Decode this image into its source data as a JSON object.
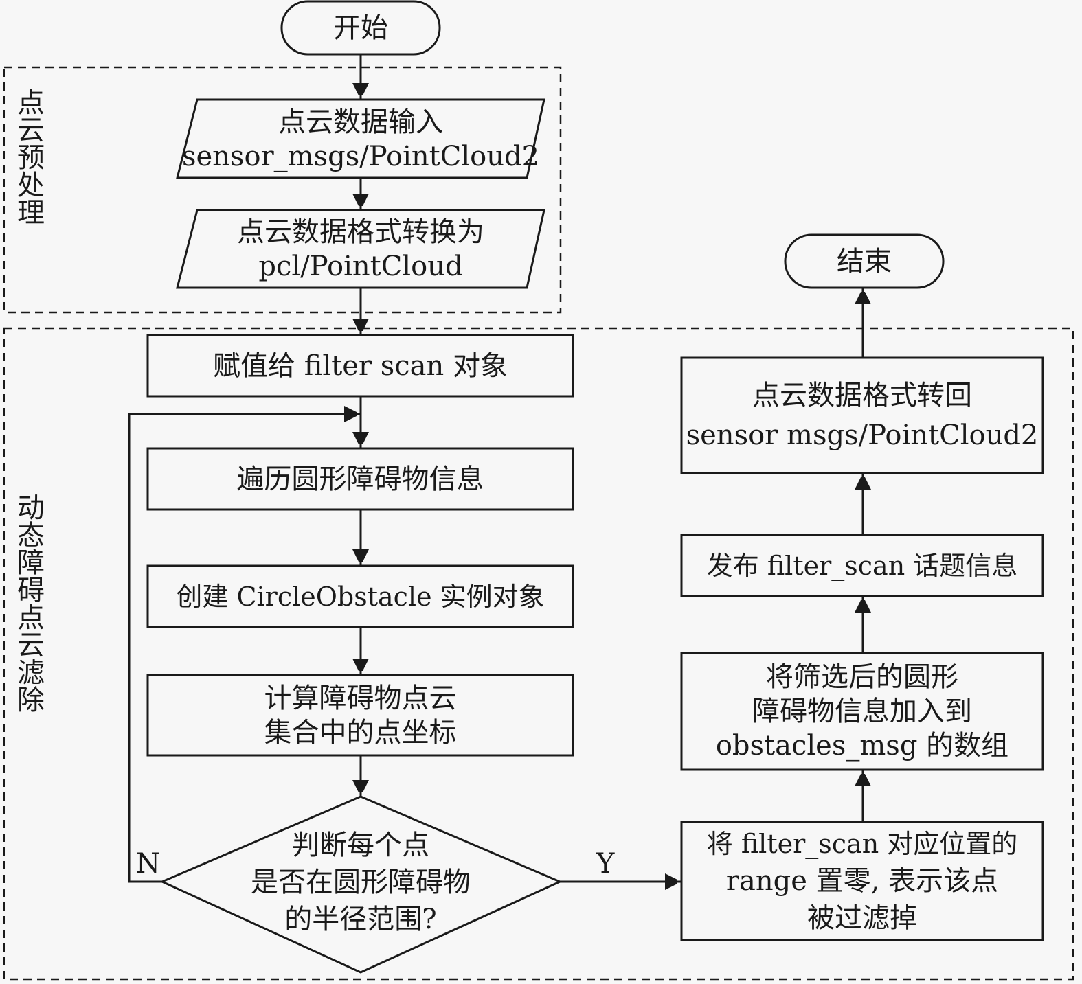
{
  "groups": {
    "preprocess": "点云预处理",
    "dynamic_filter": "动态障碍点云滤除"
  },
  "nodes": {
    "start": "开始",
    "end": "结束",
    "input": [
      "点云数据输入",
      "sensor_msgs/PointCloud2"
    ],
    "convert": [
      "点云数据格式转换为",
      "pcl/PointCloud"
    ],
    "assign": "赋值给 filter scan 对象",
    "traverse": "遍历圆形障碍物信息",
    "create": "创建 CircleObstacle 实例对象",
    "compute": [
      "计算障碍物点云",
      "集合中的点坐标"
    ],
    "decision": [
      "判断每个点",
      "是否在圆形障碍物",
      "的半径范围?"
    ],
    "zero_range": [
      "将 filter_scan 对应位置的",
      "range 置零, 表示该点",
      "被过滤掉"
    ],
    "add_array": [
      "将筛选后的圆形",
      "障碍物信息加入到",
      "obstacles_msg 的数组"
    ],
    "publish": "发布 filter_scan 话题信息",
    "convert_back": [
      "点云数据格式转回",
      "sensor msgs/PointCloud2"
    ]
  },
  "edges": {
    "yes": "Y",
    "no": "N"
  }
}
